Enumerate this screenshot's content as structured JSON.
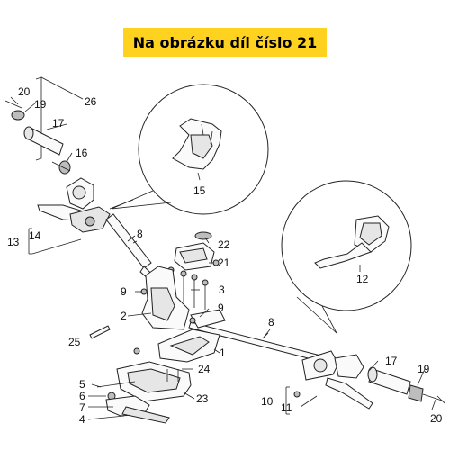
{
  "banner": {
    "text": "Na obrázku díl číslo 21",
    "color": "#ffd21f"
  },
  "labels": {
    "l20a": "20",
    "l19a": "19",
    "l26": "26",
    "l17a": "17",
    "l16": "16",
    "l15": "15",
    "l14": "14",
    "l13": "13",
    "l8a": "8",
    "l22": "22",
    "l21": "21",
    "l12": "12",
    "l9a": "9",
    "l3": "3",
    "l2": "2",
    "l9b": "9",
    "l8b": "8",
    "l25": "25",
    "l1": "1",
    "l24": "24",
    "l5": "5",
    "l6": "6",
    "l7": "7",
    "l4": "4",
    "l23": "23",
    "l10": "10",
    "l11": "11",
    "l17b": "17",
    "l19b": "19",
    "l20b": "20"
  }
}
